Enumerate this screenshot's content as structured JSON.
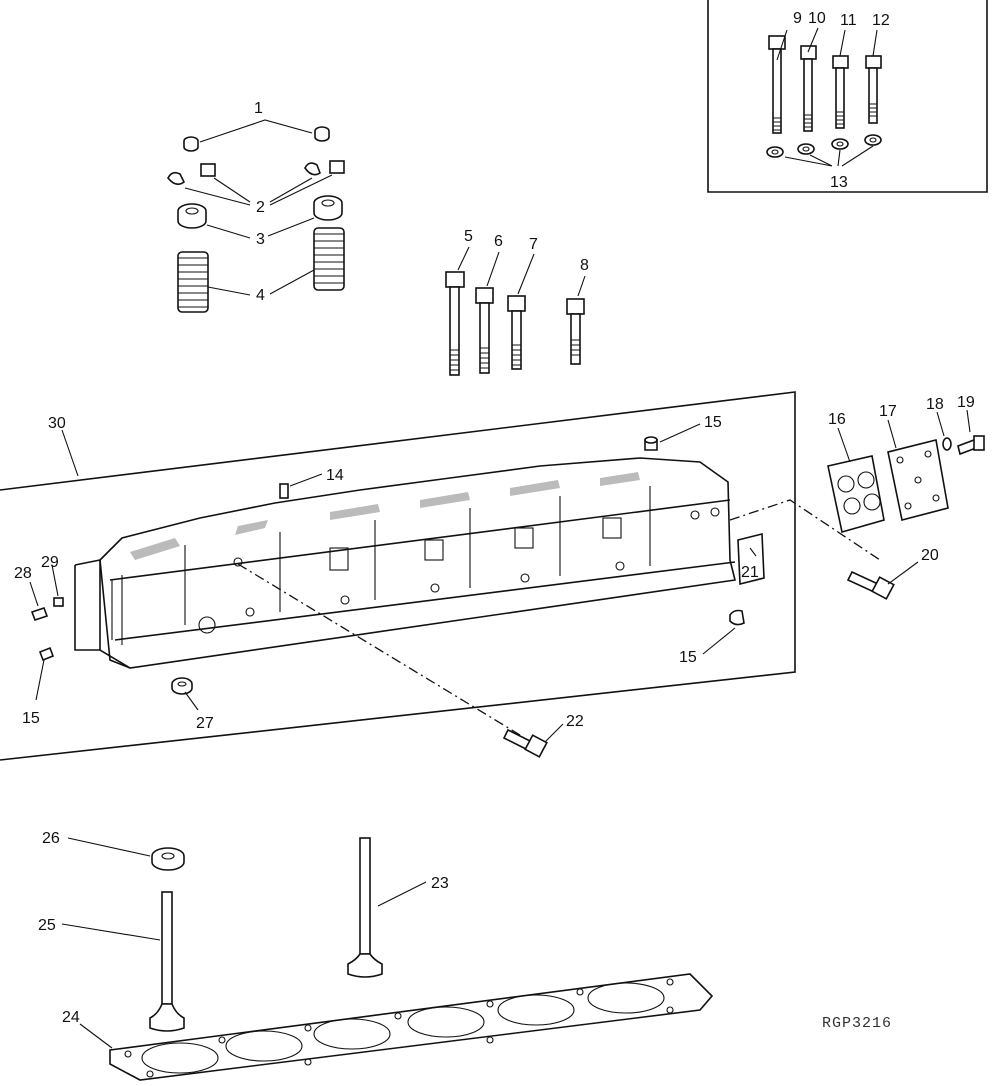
{
  "callouts": {
    "c1": "1",
    "c2": "2",
    "c3": "3",
    "c4": "4",
    "c5": "5",
    "c6": "6",
    "c7": "7",
    "c8": "8",
    "c9": "9",
    "c10": "10",
    "c11": "11",
    "c12": "12",
    "c13": "13",
    "c14": "14",
    "c15a": "15",
    "c15b": "15",
    "c15c": "15",
    "c16": "16",
    "c17": "17",
    "c18": "18",
    "c19": "19",
    "c20": "20",
    "c21": "21",
    "c22": "22",
    "c23": "23",
    "c24": "24",
    "c25": "25",
    "c26": "26",
    "c27": "27",
    "c28": "28",
    "c29": "29",
    "c30": "30"
  },
  "figure_code": "RGP3216"
}
